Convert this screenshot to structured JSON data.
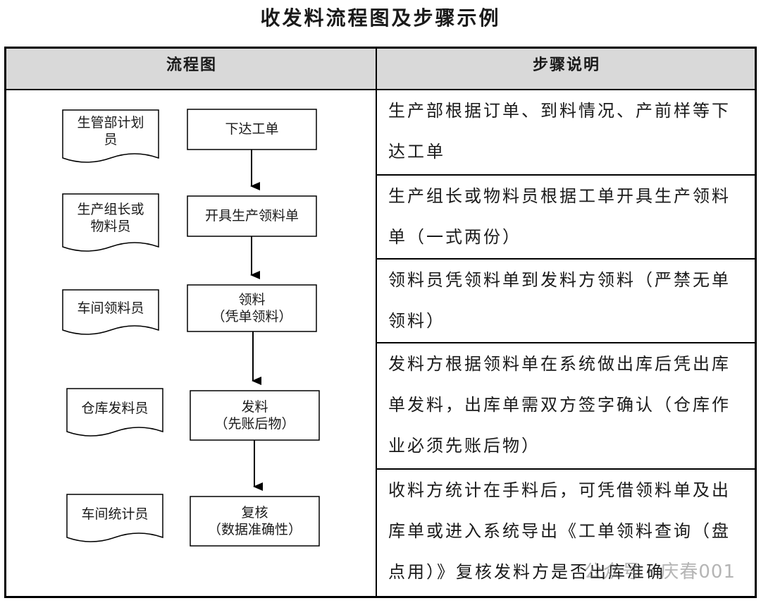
{
  "title": "收发料流程图及步骤示例",
  "table": {
    "header_flow": "流程图",
    "header_steps": "步骤说明"
  },
  "flow": [
    {
      "role": "生管部计划员",
      "step": "下达工单"
    },
    {
      "role": "生产组长或物料员",
      "step": "开具生产领料单"
    },
    {
      "role": "车间领料员",
      "step_line1": "领料",
      "step_line2": "（凭单领料）"
    },
    {
      "role": "仓库发料员",
      "step_line1": "发料",
      "step_line2": "（先账后物）"
    },
    {
      "role": "车间统计员",
      "step_line1": "复核",
      "step_line2": "（数据准确性）"
    }
  ],
  "roles_display": [
    [
      "生管部计划",
      "员"
    ],
    [
      "生产组长或",
      "物料员"
    ],
    [
      "车间领料员"
    ],
    [
      "仓库发料员"
    ],
    [
      "车间统计员"
    ]
  ],
  "steps": [
    "生产部根据订单、到料情况、产前样等下达工单",
    "生产组长或物料员根据工单开具生产领料单（一式两份）",
    "领料员凭领料单到发料方领料（严禁无单领料）",
    "发料方根据领料单在系统做出库后凭出库单发料，出库单需双方签字确认（仓库作业必须先账后物）",
    "收料方统计在手料后，可凭借领料单及出库单或进入系统导出《工单领料查询（盘点用）》复核发料方是否出库准确"
  ],
  "watermark": "公众号 · 庆春001"
}
